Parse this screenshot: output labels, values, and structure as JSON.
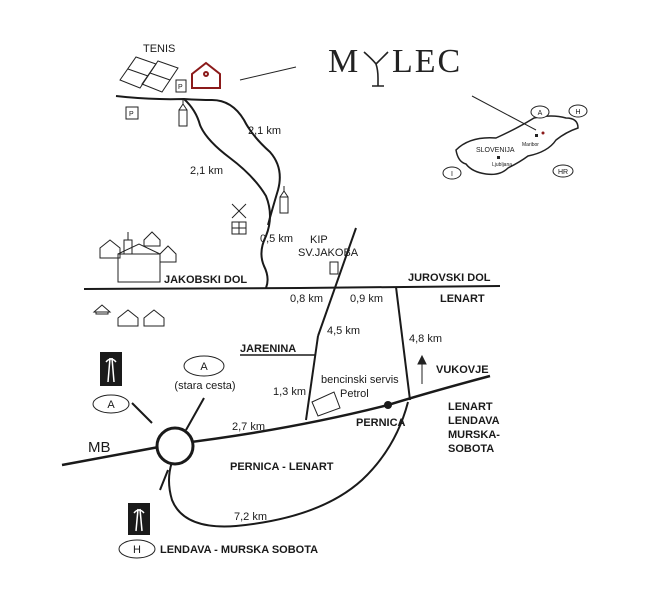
{
  "logo": {
    "text_left": "M",
    "text_right": "LEC"
  },
  "places": {
    "tenis": "TENIS",
    "parking": "P",
    "jakobski_dol": "JAKOBSKI DOL",
    "jurovski_dol": "JUROVSKI DOL",
    "lenart": "LENART",
    "kip_line1": "KIP",
    "kip_line2": "SV.JAKOBA",
    "jarenina": "JARENINA",
    "vukovje": "VUKOVJE",
    "pernica": "PERNICA",
    "bencinski_line1": "bencinski servis",
    "bencinski_line2": "Petrol",
    "mb": "MB",
    "pernica_lenart": "PERNICA - LENART",
    "lendava_ms": "LENDAVA - MURSKA SOBOTA",
    "stara_cesta": "(stara cesta)",
    "dest_lenart": "LENART",
    "dest_lendava": "LENDAVA",
    "dest_murska": "MURSKA-",
    "dest_sobota": "SOBOTA"
  },
  "distances": {
    "d1": "2,1 km",
    "d2": "2,1 km",
    "d3": "0,5 km",
    "d4": "0,8 km",
    "d5": "0,9 km",
    "d6": "4,5 km",
    "d7": "4,8 km",
    "d8": "1,3 km",
    "d9": "2,7 km",
    "d10": "7,2 km"
  },
  "badges": {
    "a_top": "A",
    "a_left": "A",
    "h_bottom": "H",
    "inset_a": "A",
    "inset_h": "H",
    "inset_i": "I",
    "inset_hr": "HR"
  },
  "inset": {
    "country": "SLOVENIJA",
    "city1": "Maribor",
    "city2": "Ljubljana"
  },
  "colors": {
    "ink": "#1a1a1a",
    "house_accent": "#8b1a1a",
    "road": "#1a1a1a"
  }
}
